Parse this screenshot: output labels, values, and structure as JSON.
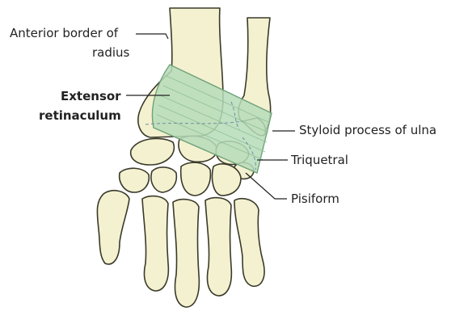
{
  "labels": {
    "anterior_border_line1": "Anterior border of",
    "anterior_border_line2": "radius",
    "extensor_line1": "Extensor",
    "extensor_line2": "retinaculum",
    "styloid": "Styloid process of ulna",
    "triquetral": "Triquetral",
    "pisiform": "Pisiform"
  },
  "colors": {
    "bone_fill": "#f4f1d0",
    "bone_stroke": "#3a3a2a",
    "retinaculum_fill": "#b6dcb8",
    "retinaculum_stroke": "#6fa37a",
    "leader": "#222222"
  }
}
